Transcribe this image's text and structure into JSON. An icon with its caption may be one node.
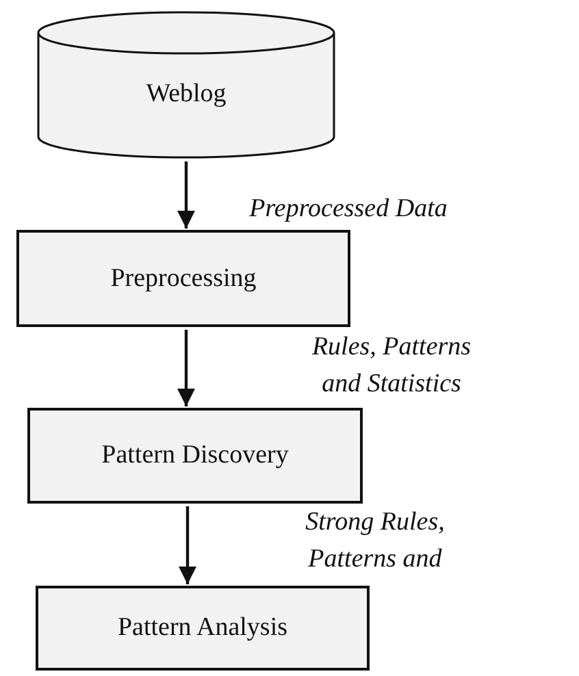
{
  "diagram": {
    "nodes": [
      {
        "text": [
          "Weblog"
        ]
      },
      {
        "text": [
          "Preprocessing"
        ]
      },
      {
        "text": [
          "Pattern Discovery"
        ]
      },
      {
        "text": [
          "Pattern Analysis"
        ]
      }
    ],
    "edges": [
      {
        "from": 0,
        "to": 1,
        "arrow": "to",
        "label": "Preprocessed Data"
      },
      {
        "from": 1,
        "to": 2,
        "arrow": "to",
        "label": "Rules, Patterns and Statistics"
      },
      {
        "from": 2,
        "to": 3,
        "arrow": "to",
        "label": "Strong Rules, Patterns and"
      }
    ]
  }
}
